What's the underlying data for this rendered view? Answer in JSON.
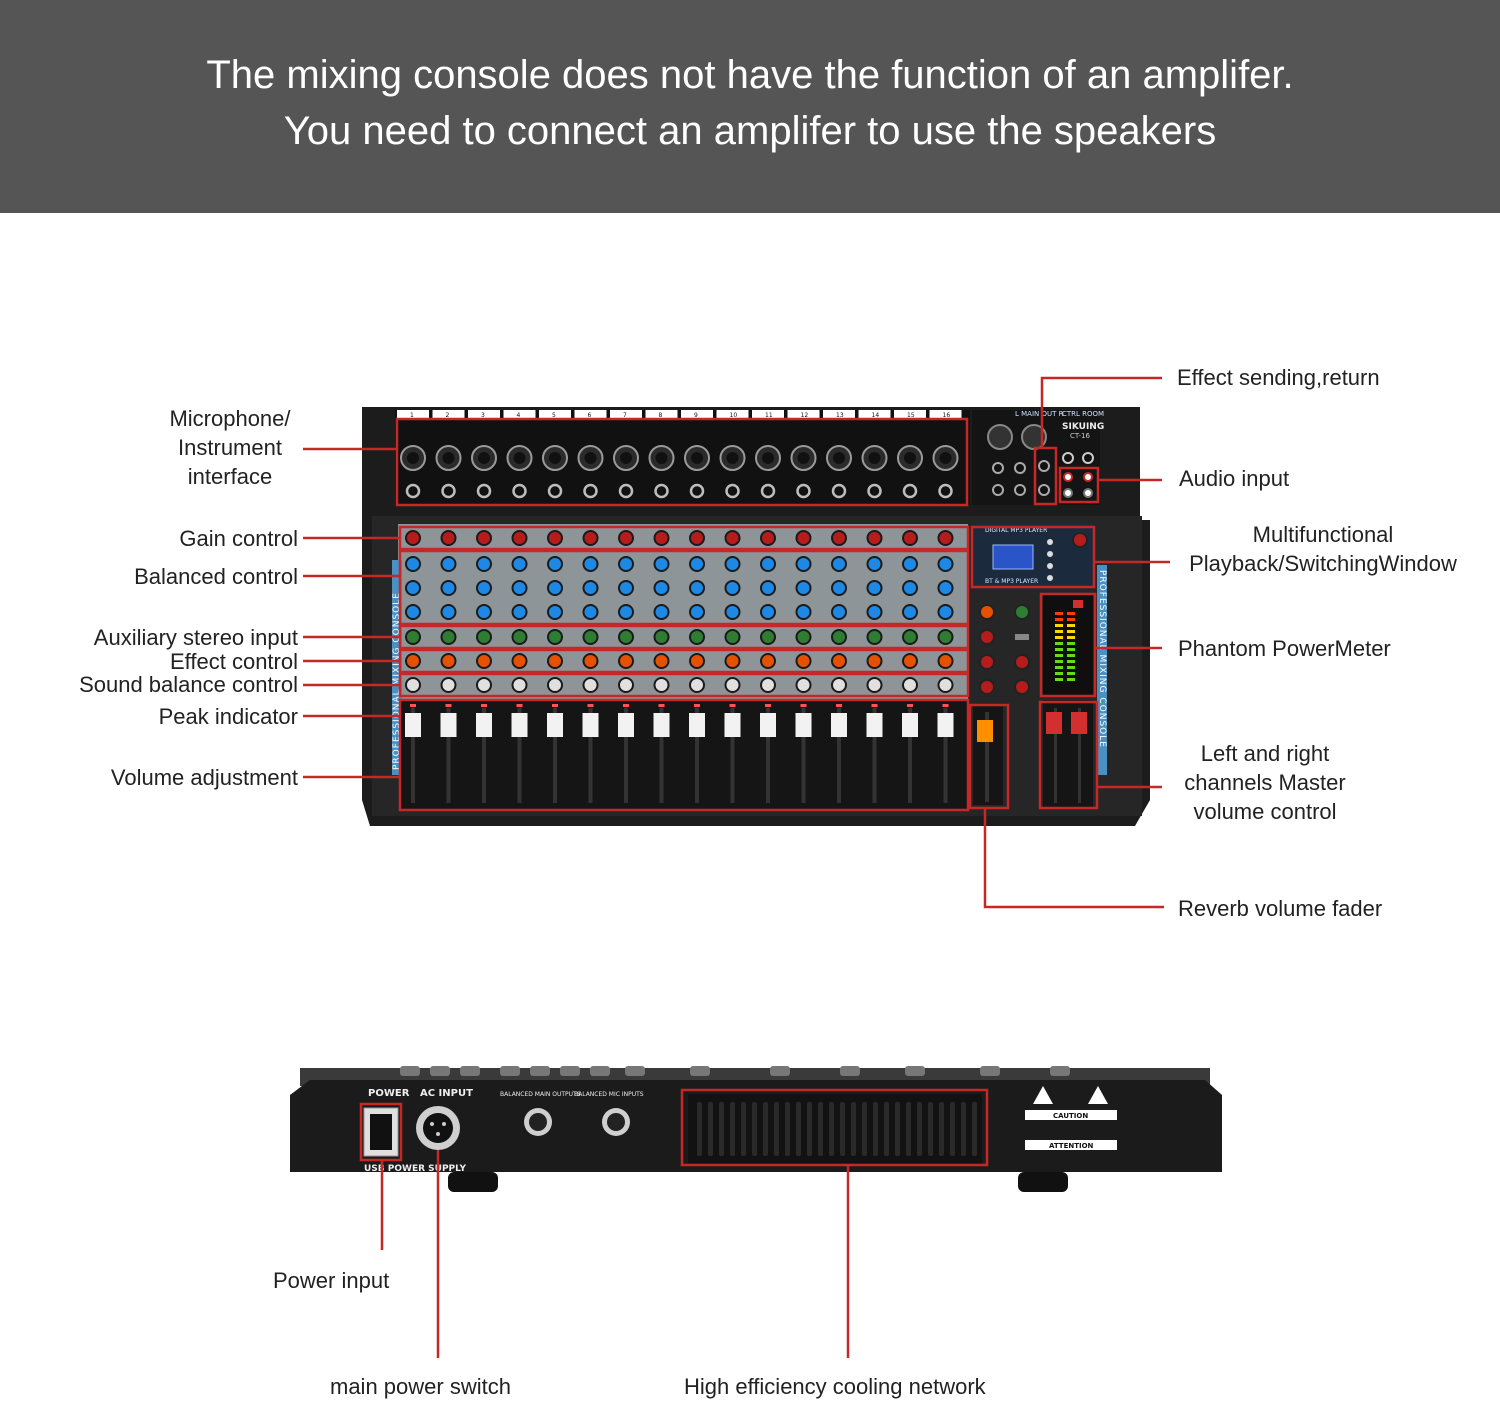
{
  "banner": {
    "line1": "The mixing console does not have the function of an amplifer.",
    "line2": "You need to connect an amplifer to use the speakers"
  },
  "labels": {
    "mic_interface": [
      "Microphone/",
      "Instrument",
      "interface"
    ],
    "gain": "Gain control",
    "balanced": "Balanced control",
    "aux_stereo": "Auxiliary stereo input",
    "effect_control": "Effect control",
    "sound_balance": "Sound balance control",
    "peak": "Peak indicator",
    "volume": "Volume adjustment",
    "effect_send": "Effect sending,return",
    "audio_input": "Audio input",
    "multifunction": [
      "Multifunctional",
      "Playback/SwitchingWindow"
    ],
    "phantom": "Phantom PowerMeter",
    "master": [
      "Left and right",
      "channels Master",
      "volume control"
    ],
    "reverb": "Reverb volume fader",
    "power_input": "Power input",
    "main_switch": "main power switch",
    "cooling": "High efficiency cooling network"
  },
  "device": {
    "brand": "SIKUING",
    "model": "CT-16",
    "channel_numbers": [
      "1",
      "2",
      "3",
      "4",
      "5",
      "6",
      "7",
      "8",
      "9",
      "10",
      "11",
      "12",
      "13",
      "14",
      "15",
      "16"
    ],
    "main_out": "L MAIN OUT R",
    "ctrl_room": "CTRL ROOM",
    "mp3_title": "DIGITAL MP3 PLAYER",
    "bt_title": "BT & MP3 PLAYER",
    "side_text": "PROFESSIONAL MIXING CONSOLE",
    "rear": {
      "power": "POWER",
      "ac_input": "AC INPUT",
      "balanced_main_outputs": "BALANCED MAIN OUTPUTS",
      "balanced_mic_inputs": "BALANCED MIC INPUTS",
      "usb_power": "USB POWER SUPPLY",
      "caution": "CAUTION",
      "attention": "ATTENTION"
    }
  },
  "colors": {
    "banner_bg": "#555555",
    "callout_red": "#c62828",
    "console_body": "#1c1c1c",
    "knob_red": "#b71c1c",
    "knob_blue": "#1e88e5",
    "knob_green": "#2e7d32",
    "knob_orange": "#e65100"
  }
}
